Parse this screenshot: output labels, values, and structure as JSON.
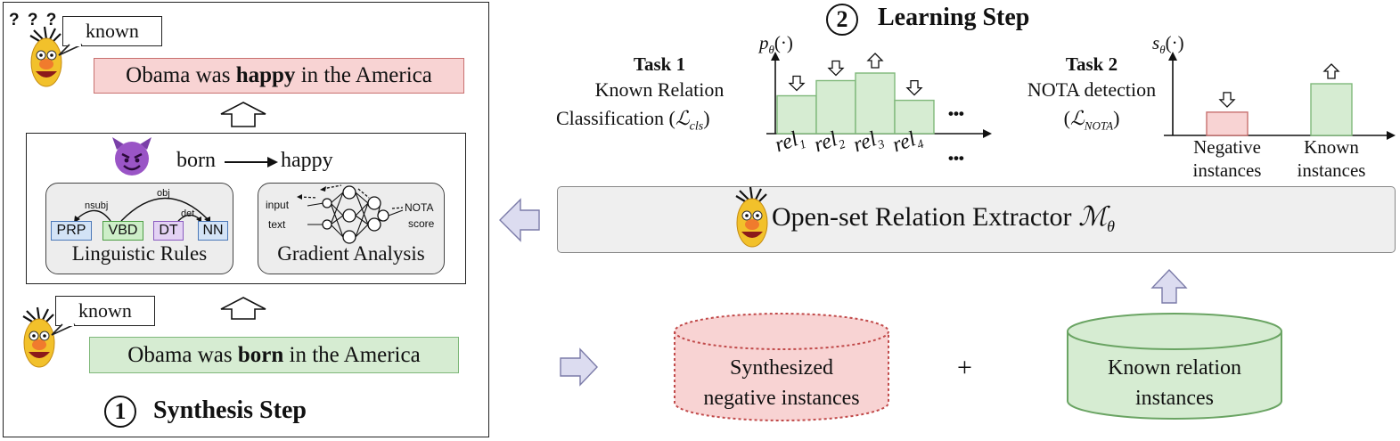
{
  "synthesis": {
    "step_number": "1",
    "step_title": "Synthesis Step",
    "top_bubble": "known",
    "confused_marks": "? ? ?",
    "top_sentence": {
      "pre": "Obama was",
      "bold": "happy",
      "post": "in the America"
    },
    "bottom_bubble": "known",
    "bottom_sentence": {
      "pre": "Obama was",
      "bold": "born",
      "post": "in the America"
    },
    "substitution": {
      "from": "born",
      "to": "happy"
    },
    "linguistic_rules": {
      "label": "Linguistic Rules",
      "tags": [
        "PRP",
        "VBD",
        "DT",
        "NN"
      ],
      "deps": [
        "nsubj",
        "obj",
        "det"
      ]
    },
    "gradient_analysis": {
      "label": "Gradient Analysis",
      "input_label": "input",
      "text_label": "text",
      "nota_label": "NOTA",
      "score_label": "score"
    }
  },
  "learning": {
    "step_number": "2",
    "step_title": "Learning Step",
    "task1": {
      "heading": "Task 1",
      "line1": "Known Relation",
      "line2": "Classification (",
      "loss": "ℒ",
      "loss_sub": "cls",
      "close": ")",
      "axis_label": "p",
      "axis_sub": "θ",
      "axis_arg": "(·)",
      "bars": [
        {
          "label": "rel",
          "sub": "1",
          "value": 0.5,
          "arrow": "down"
        },
        {
          "label": "rel",
          "sub": "2",
          "value": 0.7,
          "arrow": "down"
        },
        {
          "label": "rel",
          "sub": "3",
          "value": 0.8,
          "arrow": "up"
        },
        {
          "label": "rel",
          "sub": "4",
          "value": 0.44,
          "arrow": "down"
        }
      ],
      "ellipsis": "•••"
    },
    "task2": {
      "heading": "Task 2",
      "line1": "NOTA detection",
      "open": "(",
      "loss": "ℒ",
      "loss_sub": "NOTA",
      "close": ")",
      "axis_label": "s",
      "axis_sub": "θ",
      "axis_arg": "(·)",
      "bars": [
        {
          "label1": "Negative",
          "label2": "instances",
          "value": 0.45,
          "arrow": "down"
        },
        {
          "label1": "Known",
          "label2": "instances",
          "value": 1.0,
          "arrow": "up"
        }
      ]
    },
    "extractor": {
      "text": "Open-set Relation Extractor",
      "symbol": "ℳ",
      "symbol_sub": "θ"
    },
    "synthesized_db": {
      "line1": "Synthesized",
      "line2": "negative instances"
    },
    "plus": "+",
    "known_db": {
      "line1": "Known relation",
      "line2": "instances"
    }
  },
  "colors": {
    "red_fill": "#f8d3d3",
    "red_border": "#c8706f",
    "green_fill": "#d6ecd2",
    "green_border": "#7fb87a",
    "extractor_fill": "#efefef",
    "arrow_fill": "#dcdcf0",
    "arrow_stroke": "#7b7ba8",
    "prp": "#d3e3f6",
    "vbd": "#cdeec8",
    "dt": "#e3d2f4",
    "nn": "#d3e3f6"
  }
}
